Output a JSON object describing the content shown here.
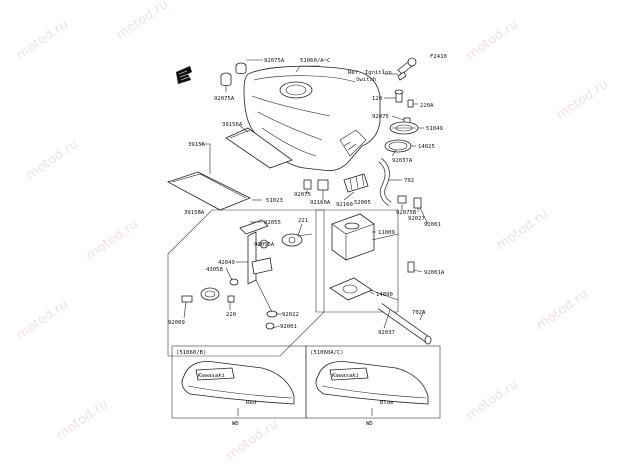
{
  "diagram": {
    "code": "F2410",
    "watermark": "motod.ru",
    "labels": {
      "p92075A_top": "92075A",
      "p51060": "51060/A~C",
      "ref_ignition_1": "Ref. Ignition",
      "ref_ignition_2": "Switch",
      "p92075A_left": "92075A",
      "p120": "120",
      "p220A": "220A",
      "p39156A_top": "39156A",
      "p92075": "92075",
      "p51049": "51049",
      "p39156": "39156",
      "p14025": "14025",
      "p92037A": "92037A",
      "p702": "702",
      "p92075_b": "92075",
      "p92160A": "92160A",
      "p51023": "51023",
      "p92160": "92160",
      "p52005": "52005",
      "p92075B": "92075B",
      "p92027": "92027",
      "p39156A_bottom": "39156A",
      "p92001_r": "92001",
      "p92055": "92055",
      "p221": "221",
      "p11009": "11009",
      "p92055A": "92055A",
      "p42049": "42049",
      "p43058": "43058",
      "p92001A": "92001A",
      "p14090": "14090",
      "p220": "220",
      "p702A": "702A",
      "p92022": "92022",
      "p92009": "92009",
      "p92001_b": "92001",
      "p92037": "92037"
    },
    "panel_left": {
      "variant": "(51060/B)",
      "color": "Red",
      "footer": "WD",
      "brand": "Kawasaki"
    },
    "panel_right": {
      "variant": "(51060A/C)",
      "color": "Blue",
      "footer": "WD",
      "brand": "Kawasaki"
    }
  }
}
